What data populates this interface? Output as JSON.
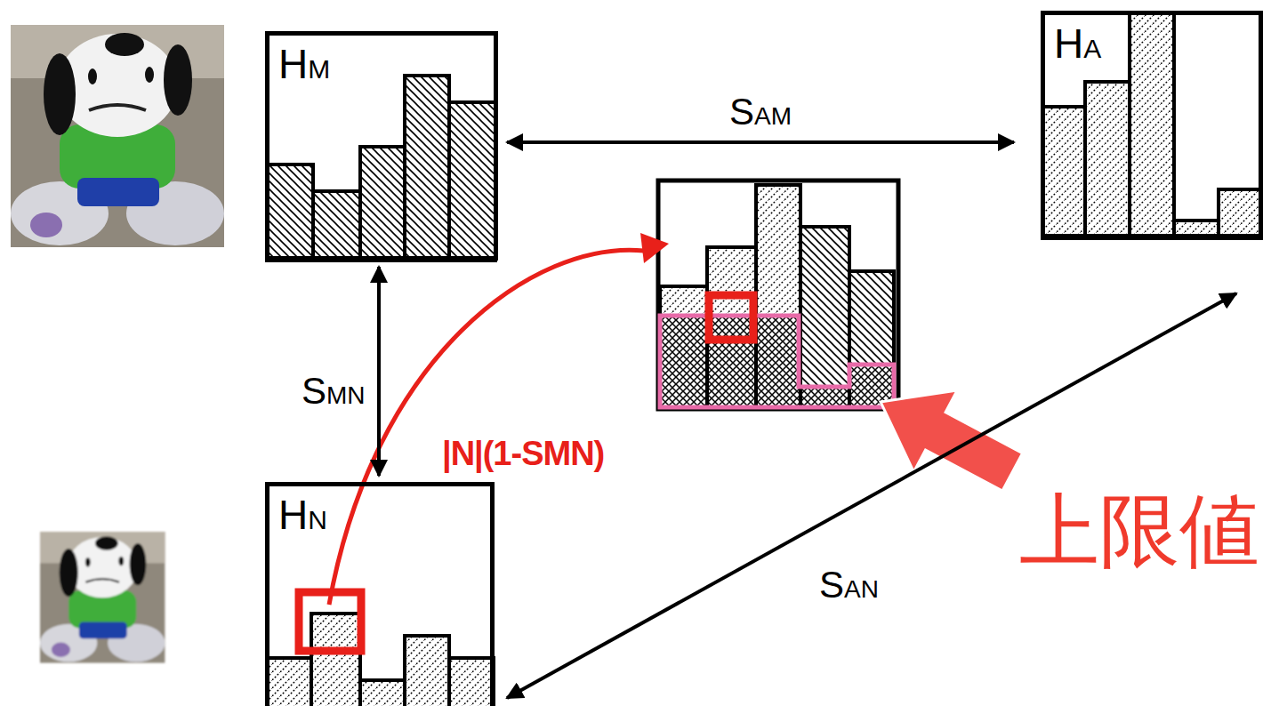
{
  "diagram": {
    "nodes": [
      {
        "text": [
          "HM"
        ]
      },
      {
        "text": [
          "HA"
        ]
      },
      {
        "text": [
          "HN"
        ]
      }
    ],
    "edges": [
      {
        "from": 0,
        "to": 1,
        "arrow": "both",
        "label": "SAM"
      },
      {
        "from": 0,
        "to": 2,
        "arrow": "both",
        "label": "SMN"
      },
      {
        "from": 1,
        "to": 2,
        "arrow": "both",
        "label": "SAN"
      }
    ],
    "labels": [
      "|N|(1-SMN)",
      "上限値"
    ]
  }
}
